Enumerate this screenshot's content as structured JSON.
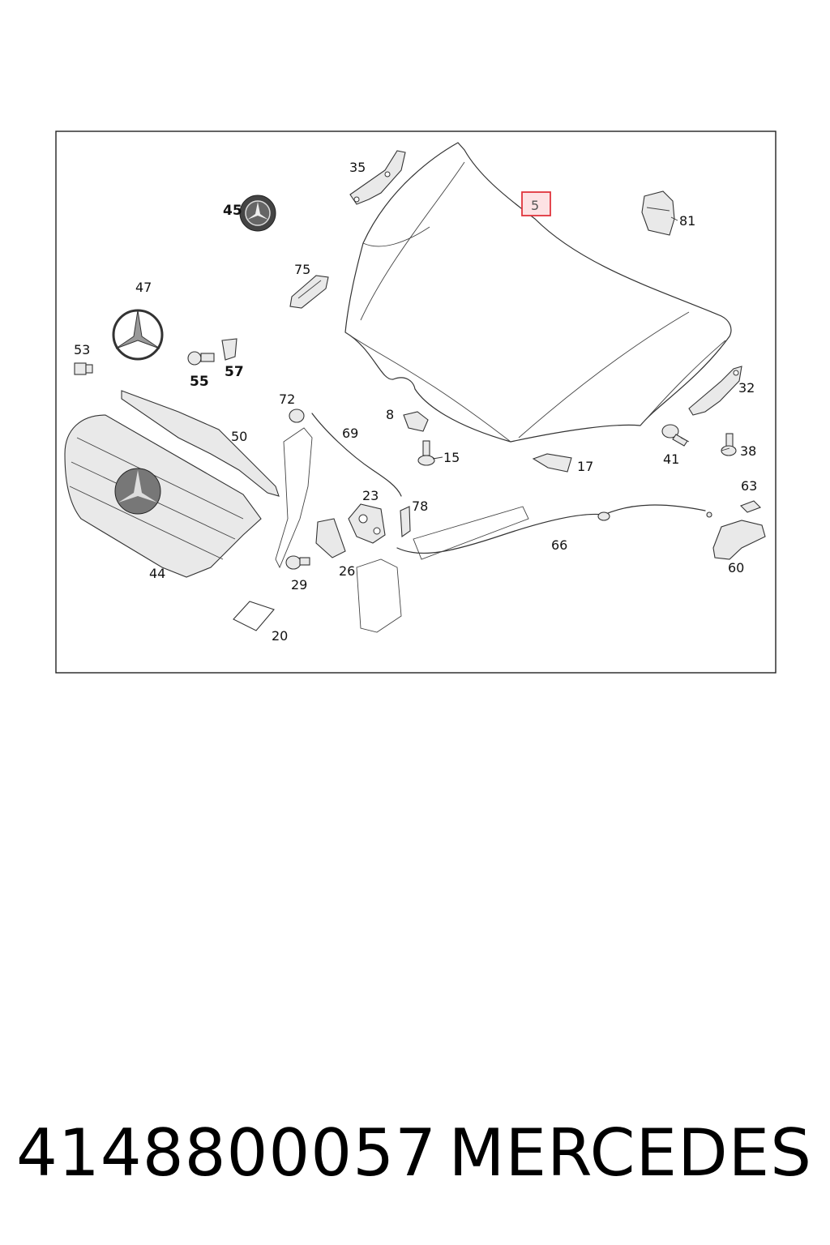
{
  "diagram": {
    "callouts": [
      {
        "id": "callout-35",
        "text": "35"
      },
      {
        "id": "callout-5",
        "text": "5"
      },
      {
        "id": "callout-81",
        "text": "81"
      },
      {
        "id": "callout-45",
        "text": "45"
      },
      {
        "id": "callout-75",
        "text": "75"
      },
      {
        "id": "callout-47",
        "text": "47"
      },
      {
        "id": "callout-53",
        "text": "53"
      },
      {
        "id": "callout-55",
        "text": "55"
      },
      {
        "id": "callout-57",
        "text": "57"
      },
      {
        "id": "callout-32",
        "text": "32"
      },
      {
        "id": "callout-72",
        "text": "72"
      },
      {
        "id": "callout-69",
        "text": "69"
      },
      {
        "id": "callout-8",
        "text": "8"
      },
      {
        "id": "callout-50",
        "text": "50"
      },
      {
        "id": "callout-15",
        "text": "15"
      },
      {
        "id": "callout-41",
        "text": "41"
      },
      {
        "id": "callout-38",
        "text": "38"
      },
      {
        "id": "callout-17",
        "text": "17"
      },
      {
        "id": "callout-23",
        "text": "23"
      },
      {
        "id": "callout-78",
        "text": "78"
      },
      {
        "id": "callout-63",
        "text": "63"
      },
      {
        "id": "callout-66",
        "text": "66"
      },
      {
        "id": "callout-44",
        "text": "44"
      },
      {
        "id": "callout-29",
        "text": "29"
      },
      {
        "id": "callout-26",
        "text": "26"
      },
      {
        "id": "callout-60",
        "text": "60"
      },
      {
        "id": "callout-20",
        "text": "20"
      }
    ],
    "highlight_color": "#e0343c",
    "highlight_fill": "#fde2e4"
  },
  "caption": {
    "part_number": "4148800057",
    "brand": "MERCEDES"
  }
}
